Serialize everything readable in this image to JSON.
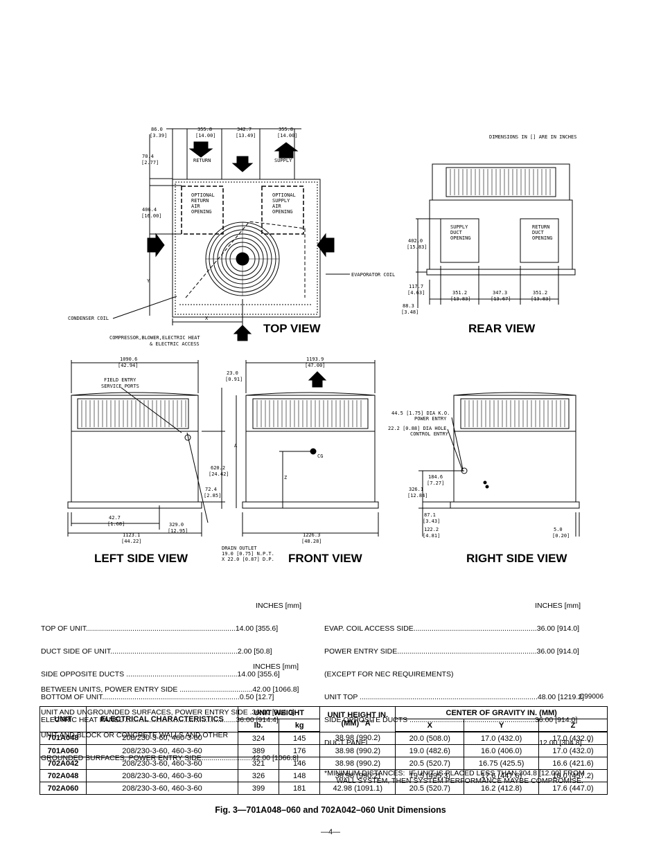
{
  "drawing": {
    "dims_note": "DIMENSIONS IN [] ARE IN INCHES",
    "views": {
      "top": "TOP VIEW",
      "rear": "REAR VIEW",
      "left_side": "LEFT SIDE  VIEW",
      "front": "FRONT VIEW",
      "right_side": "RIGHT SIDE VIEW"
    },
    "top_view": {
      "dims": [
        "86.0",
        "[3.39]",
        "355.8",
        "[14.00]",
        "342.7",
        "[13.49]",
        "355.8",
        "[14.00]",
        "70.4",
        "[2.77]",
        "406.4",
        "[16.00]"
      ],
      "return_label": "RETURN",
      "supply_label": "SUPPLY",
      "opt_return": [
        "OPTIONAL",
        "RETURN",
        "AIR",
        "OPENING"
      ],
      "opt_supply": [
        "OPTIONAL",
        "SUPPLY",
        "AIR",
        "OPENING"
      ],
      "evaporator_coil": "EVAPORATOR COIL",
      "condenser_coil": "CONDENSER COIL",
      "x": "X",
      "y": "Y",
      "access": [
        "COMPRESSOR,BLOWER,ELECTRIC HEAT",
        "& ELECTRIC ACCESS"
      ]
    },
    "rear_view": {
      "supply_duct": [
        "SUPPLY",
        "DUCT",
        "OPENING"
      ],
      "return_duct": [
        "RETURN",
        "DUCT",
        "OPENING"
      ],
      "dims": [
        "402.0",
        "[15.83]",
        "117.7",
        "[4.63]",
        "88.3",
        "[3.48]",
        "351.2",
        "[13.83]",
        "347.3",
        "[13.67]",
        "351.2",
        "[13.83]"
      ]
    },
    "left_view": {
      "dims": [
        "1090.6",
        "[42.94]",
        "42.7",
        "[1.68]",
        "329.0",
        "[12.95]",
        "1123.1",
        "[44.22]",
        "23.0",
        "[0.91]",
        "620.2",
        "[24.42]",
        "72.4",
        "[2.85]"
      ],
      "field_entry": [
        "FIELD ENTRY",
        "SERVICE PORTS"
      ]
    },
    "front_view": {
      "dims": [
        "1193.9",
        "[47.00]",
        "1226.3",
        "[48.28]"
      ],
      "cg": "CG",
      "a": "A",
      "z": "Z",
      "drain": [
        "DRAIN OUTLET",
        "19.0 [0.75] N.P.T.",
        "X 22.0 [0.87] D.P."
      ]
    },
    "right_view": {
      "power": [
        "44.5 [1.75] DIA K.O.",
        "POWER ENTRY"
      ],
      "control": [
        "22.2 [0.88] DIA HOLE",
        "CONTROL ENTRY"
      ],
      "dims": [
        "184.6",
        "[7.27]",
        "326.1",
        "[12.84]",
        "87.1",
        "[3.43]",
        "122.2",
        "[4.81]",
        "5.0",
        "[0.20]"
      ]
    }
  },
  "clearances_left": {
    "header": "INCHES [mm]",
    "rows": [
      "TOP OF UNIT..........................................................................14.00 [355.6]",
      "DUCT SIDE OF UNIT...............................................................2.00 [50.8]",
      "SIDE OPPOSITE DUCTS .......................................................14.00 [355.6]",
      "BOTTOM OF UNIT....................................................................0.50 [12.7]",
      "ELECTRIC HEAT PANEL .......................................................36.00 [914.4]"
    ]
  },
  "clearances_left2": {
    "header": "INCHES [mm]",
    "rows": [
      "BETWEEN UNITS, POWER ENTRY SIDE ....................................42.00 [1066.8]",
      "UNIT AND UNGROUNDED SURFACES, POWER ENTRY SIDE .36.00 [914.0]",
      "UNIT AND BLOCK OR CONCRETE WALLS AND OTHER",
      "GROUNDED SURFACES, POWER ENTRY SIDE.........................42.00 [1066.8]"
    ]
  },
  "clearances_right": {
    "header": "INCHES [mm]",
    "rows": [
      "EVAP. COIL ACCESS SIDE.............................................................36.00 [914.0]",
      "POWER ENTRY SIDE.....................................................................36.00 [914.0]",
      "(EXCEPT FOR NEC REQUIREMENTS)",
      "UNIT TOP ........................................................................................48.00 [1219.2]",
      "SIDE OPPOSITE DUCTS ..............................................................36.00 [914.0]",
      "DUCT PANEL ...................................................................................12.00 [304.8]   *"
    ],
    "note": "*MINIMUM DISTANCES:  IF UNIT IS PLACED LESS THAN 304.8 [12.00] FROM\n      WALL SYSTEM, THEN SYSTEM PERFORMANCE MAYBE COMPROMISE."
  },
  "figure_code": "C99006",
  "table": {
    "headers": {
      "unit": "UNIT",
      "elec": "ELECTRICAL CHARACTERISTICS",
      "weight": "UNIT WEIGHT",
      "height": "UNIT HEIGHT IN. (MM) ”A”",
      "cog": "CENTER OF GRAVITY IN. (MM)",
      "lb": "lb.",
      "kg": "kg",
      "x": "X",
      "y": "Y",
      "z": "Z"
    },
    "rows": [
      {
        "unit": "701A048",
        "elec": "208/230-3-60, 460-3-60",
        "lb": "324",
        "kg": "145",
        "height": "38.98 (990.2)",
        "x": "20.0 (508.0)",
        "y": "17.0 (432.0)",
        "z": "17.0 (432.0)"
      },
      {
        "unit": "701A060",
        "elec": "208/230-3-60, 460-3-60",
        "lb": "389",
        "kg": "176",
        "height": "38.98 (990.2)",
        "x": "19.0 (482.6)",
        "y": "16.0 (406.0)",
        "z": "17.0 (432.0)"
      },
      {
        "unit": "702A042",
        "elec": "208/230-3-60, 460-3-60",
        "lb": "321",
        "kg": "146",
        "height": "38.98 (990.2)",
        "x": "20.5 (520.7)",
        "y": "16.75 (425.5)",
        "z": "16.6 (421.6)"
      },
      {
        "unit": "702A048",
        "elec": "208/230-3-60, 460-3-60",
        "lb": "326",
        "kg": "148",
        "height": "38.98 (990.2)",
        "x": "19.5 (495.3)",
        "y": "17.6 (447.6)",
        "z": "18.0 (457.2)"
      },
      {
        "unit": "702A060",
        "elec": "208/230-3-60, 460-3-60",
        "lb": "399",
        "kg": "181",
        "height": "42.98 (1091.1)",
        "x": "20.5 (520.7)",
        "y": "16.2 (412.8)",
        "z": "17.6 (447.0)"
      }
    ]
  },
  "caption": "Fig. 3—701A048–060 and 702A042–060 Unit Dimensions",
  "page_number": "—4—"
}
